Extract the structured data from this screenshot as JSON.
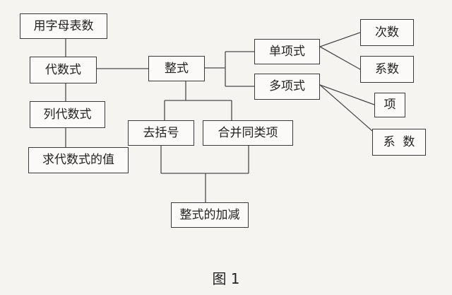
{
  "nodes": {
    "use_letters": "用字母表数",
    "algebraic_expression": "代数式",
    "write_algebraic_expression": "列代数式",
    "evaluate_algebraic_expression": "求代数式的值",
    "polynomial_integral": "整式",
    "monomial": "单项式",
    "polynomial": "多项式",
    "degree": "次数",
    "coefficient_monomial": "系数",
    "term": "项",
    "coefficient_polynomial": "系  数",
    "remove_brackets": "去括号",
    "combine_like_terms": "合并同类项",
    "add_subtract": "整式的加减"
  },
  "caption": "图 1"
}
